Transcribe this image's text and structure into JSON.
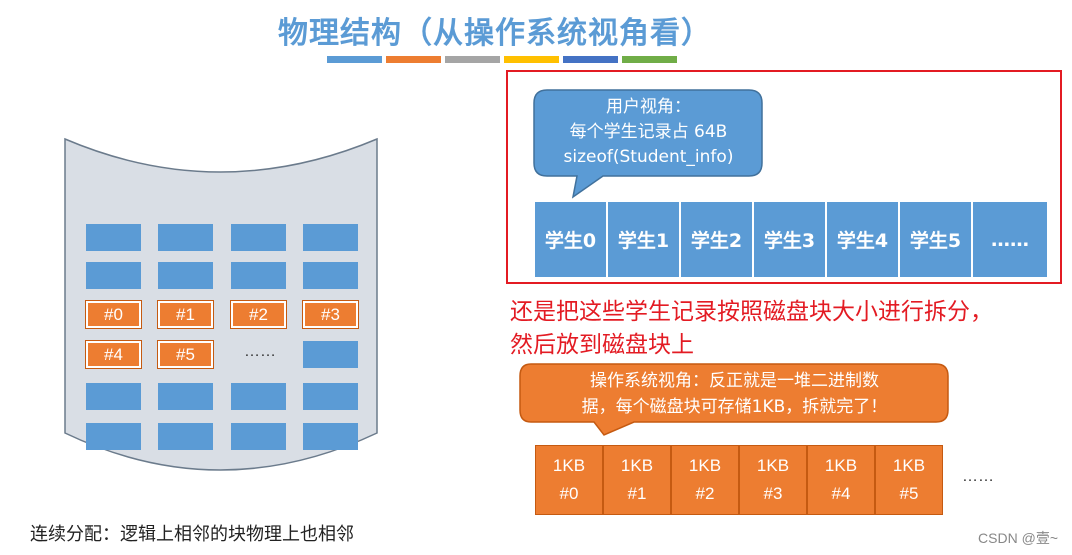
{
  "title": "物理结构（从操作系统视角看）",
  "colors": {
    "title_bars": [
      "#5b9bd5",
      "#ed7d31",
      "#a5a5a5",
      "#ffc000",
      "#4472c4",
      "#70ad47"
    ],
    "blue_block": "#5b9bd5",
    "orange_block": "#ed7d31",
    "red": "#e31b23"
  },
  "disk": {
    "used_blocks": [
      "#0",
      "#1",
      "#2",
      "#3",
      "#4",
      "#5"
    ],
    "ellipsis": "……"
  },
  "user_view": {
    "bubble_lines": [
      "用户视角：",
      "每个学生记录占 64B",
      "sizeof(Student_info)"
    ],
    "students": [
      "学生0",
      "学生1",
      "学生2",
      "学生3",
      "学生4",
      "学生5",
      "……"
    ]
  },
  "red_note": {
    "line1": "还是把这些学生记录按照磁盘块大小进行拆分，",
    "line2": "然后放到磁盘块上"
  },
  "os_view": {
    "bubble_lines": [
      "操作系统视角：反正就是一堆二进制数",
      "据，每个磁盘块可存储1KB，拆就完了！"
    ],
    "blocks": [
      {
        "size": "1KB",
        "id": "#0"
      },
      {
        "size": "1KB",
        "id": "#1"
      },
      {
        "size": "1KB",
        "id": "#2"
      },
      {
        "size": "1KB",
        "id": "#3"
      },
      {
        "size": "1KB",
        "id": "#4"
      },
      {
        "size": "1KB",
        "id": "#5"
      }
    ],
    "ellipsis": "……"
  },
  "caption": "连续分配：逻辑上相邻的块物理上也相邻",
  "watermark": "CSDN @壹~"
}
